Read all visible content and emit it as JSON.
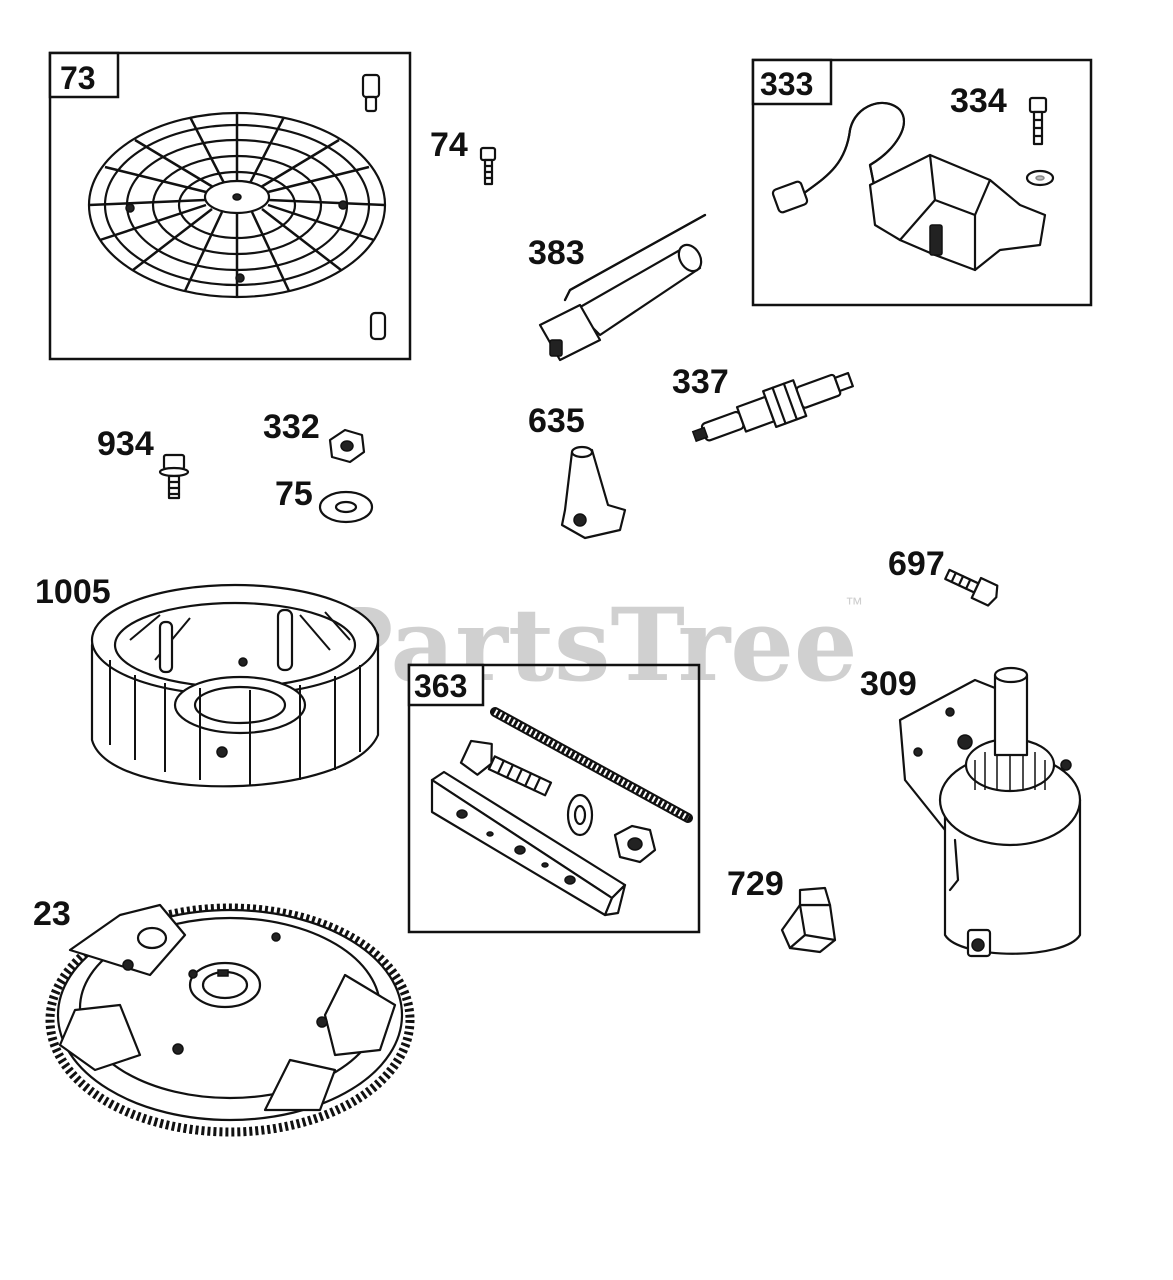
{
  "diagram": {
    "watermark": "PartsTree",
    "watermark_tm": "™",
    "parts": {
      "p73": "73",
      "p74": "74",
      "p333": "333",
      "p334": "334",
      "p383": "383",
      "p337": "337",
      "p635": "635",
      "p934": "934",
      "p332": "332",
      "p75": "75",
      "p697": "697",
      "p1005": "1005",
      "p363": "363",
      "p309": "309",
      "p729": "729",
      "p23": "23"
    }
  }
}
